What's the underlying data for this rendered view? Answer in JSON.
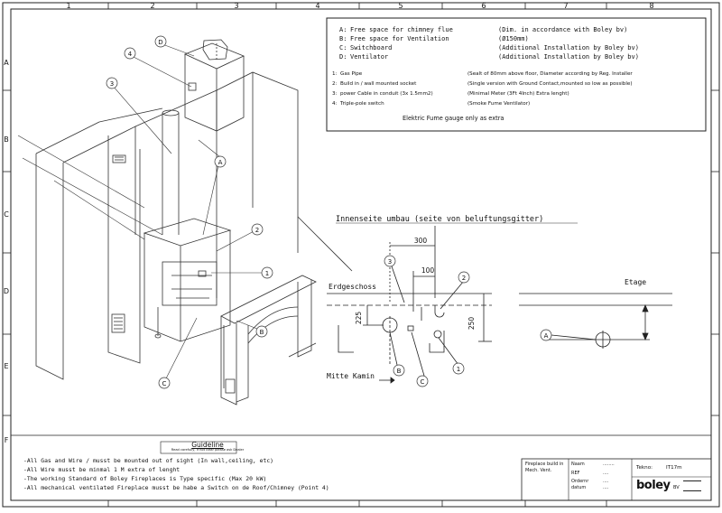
{
  "grid": {
    "columns": [
      "1",
      "2",
      "3",
      "4",
      "5",
      "6",
      "7",
      "8"
    ],
    "rows": [
      "A",
      "B",
      "C",
      "D",
      "E",
      "F"
    ]
  },
  "legend": {
    "letters": [
      {
        "key": "A:",
        "label": "Free space for chimney flue",
        "note": "(Dim. in accordance with Boley bv)"
      },
      {
        "key": "B:",
        "label": "Free space for Ventilation",
        "note": "(Ø150mm)"
      },
      {
        "key": "C:",
        "label": "Switchboard",
        "note": "(Additional Installation by Boley bv)"
      },
      {
        "key": "D:",
        "label": "Ventilator",
        "note": "(Additional Installation by Boley bv)"
      }
    ],
    "numbers": [
      {
        "key": "1:",
        "label": "Gas Pipe",
        "note": "(Sealt of 80mm above floor, Diameter according by Reg. Installer"
      },
      {
        "key": "2:",
        "label": "Build in / wall mounted socket",
        "note": "(Single version with Ground Contact,mounted so low as possible)"
      },
      {
        "key": "3:",
        "label": "power Cable in conduit (3x 1.5mm2)",
        "note": "(Minimal Meter (3Ft 4Inch) Extra lenght)"
      },
      {
        "key": "4:",
        "label": "Triple-pole switch",
        "note": "(Smoke Fume Ventilator)"
      }
    ],
    "footer": "Elektric Fume gauge only as extra"
  },
  "plan": {
    "title": "Innenseite umbau (seite von beluftungsgitter)",
    "erdgeschoss": "Erdgeschoss",
    "etage": "Etage",
    "mitte_kamin": "Mitte Kamin",
    "dims": {
      "d300": "300",
      "d100": "100",
      "d225": "225",
      "d250": "250"
    },
    "markers": {
      "m3": "3",
      "m2": "2",
      "m1": "1",
      "mA": "A",
      "mB": "B",
      "mC": "C",
      "mA2": "A"
    }
  },
  "iso_markers": {
    "D": "D",
    "four": "4",
    "three": "3",
    "A": "A",
    "two": "2",
    "one": "1",
    "B": "B",
    "C": "C"
  },
  "guideline": {
    "title": "Guideline",
    "subtitle": "Read carefully, if not clear please ask Dealer",
    "lines": [
      "-All Gas and Wire / musst be mounted out of sight (In wall,ceiling, etc)",
      "-All Wire musst be minmal 1 M extra of lenght",
      "-The working Standard of Boley Fireplaces is Type specific (Max 20 kW)",
      "-All mechanical ventilated Fireplace musst be habe a Switch on de Roof/Chimney (Point 4)"
    ]
  },
  "title_block": {
    "desc1": "Fireplace build in",
    "desc2": "Mech. Vent.",
    "labels": [
      "Naam",
      "REF",
      "Ordernr",
      "datum"
    ],
    "values": [
      "........",
      "....",
      "....",
      "...."
    ],
    "tekno_label": "Tekno:",
    "tekno_value": "IT17m",
    "brand": "boley",
    "brand_suffix": "BV"
  }
}
